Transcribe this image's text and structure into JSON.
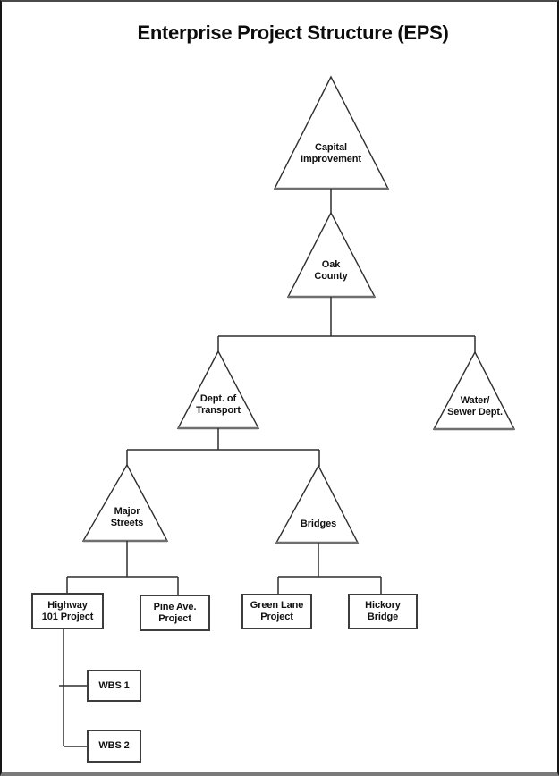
{
  "title": "Enterprise Project Structure (EPS)",
  "colors": {
    "background": "#ffffff",
    "line": "#2e2e2e",
    "shape_base": "#6f6f6f",
    "box_border": "#3d3d3d",
    "text": "#111111"
  },
  "nodes": {
    "capital": {
      "label": "Capital\nImprovement",
      "shape": "triangle",
      "parent": null
    },
    "oak": {
      "label": "Oak\nCounty",
      "shape": "triangle",
      "parent": "capital"
    },
    "dept": {
      "label": "Dept. of\nTransport",
      "shape": "triangle",
      "parent": "oak"
    },
    "water": {
      "label": "Water/\nSewer Dept.",
      "shape": "triangle",
      "parent": "oak"
    },
    "major": {
      "label": "Major\nStreets",
      "shape": "triangle",
      "parent": "dept"
    },
    "bridges": {
      "label": "Bridges",
      "shape": "triangle",
      "parent": "dept"
    },
    "highway": {
      "label": "Highway\n101 Project",
      "shape": "rectangle",
      "parent": "major"
    },
    "pine": {
      "label": "Pine Ave.\nProject",
      "shape": "rectangle",
      "parent": "major"
    },
    "green": {
      "label": "Green Lane\nProject",
      "shape": "rectangle",
      "parent": "bridges"
    },
    "hickory": {
      "label": "Hickory\nBridge",
      "shape": "rectangle",
      "parent": "bridges"
    },
    "wbs1": {
      "label": "WBS 1",
      "shape": "rectangle",
      "parent": "highway"
    },
    "wbs2": {
      "label": "WBS 2",
      "shape": "rectangle",
      "parent": "highway"
    }
  }
}
